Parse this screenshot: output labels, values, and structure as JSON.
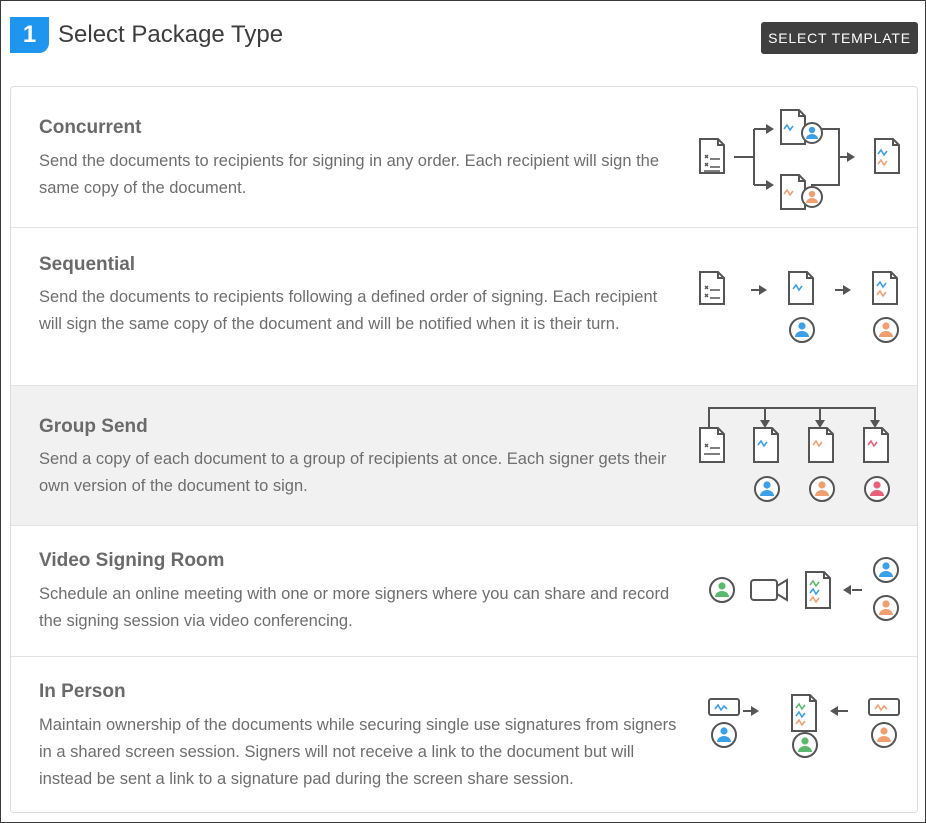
{
  "header": {
    "step_number": "1",
    "title": "Select Package Type",
    "template_button": "SELECT TEMPLATE"
  },
  "options": [
    {
      "title": "Concurrent",
      "description": "Send the documents to recipients for signing in any order. Each recipient will sign the same copy of the document.",
      "selected": false
    },
    {
      "title": "Sequential",
      "description": "Send the documents to recipients following a defined order of signing. Each recipient will sign the same copy of the document and will be notified when it is their turn.",
      "selected": false
    },
    {
      "title": "Group Send",
      "description": "Send a copy of each document to a group of recipients at once. Each signer gets their own version of the document to sign.",
      "selected": true
    },
    {
      "title": "Video Signing Room",
      "description": "Schedule an online meeting with one or more signers where you can share and record the signing session via video conferencing.",
      "selected": false
    },
    {
      "title": "In Person",
      "description": "Maintain ownership of the documents while securing single use signatures from signers in a shared screen session. Signers will not receive a link to the document but will instead be sent a link to a signature pad during the screen share session.",
      "selected": false
    }
  ],
  "colors": {
    "accent": "#1e96f0",
    "button_bg": "#3f3f3f",
    "selected_row": "#f1f1f1",
    "icon_stroke": "#555555",
    "blue_signer": "#3aa0e8",
    "orange_signer": "#f0a070",
    "red_signer": "#e8607a",
    "green_signer": "#5cb86a"
  }
}
